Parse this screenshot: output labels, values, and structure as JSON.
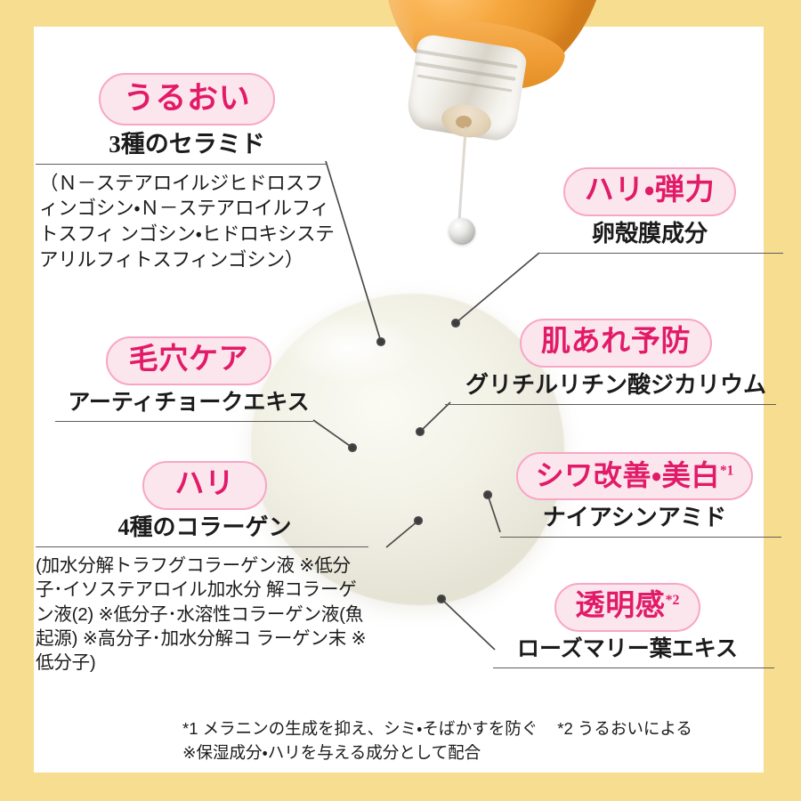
{
  "frame": {
    "border_color": "#f7dd8f",
    "background_color": "#ffffff"
  },
  "theme": {
    "badge_fill": "#fce6ee",
    "badge_border": "#f8a6c6",
    "badge_text": "#e21b68",
    "body_text": "#1b1b1b",
    "leader_line": "#4a4a4a",
    "gel_color": "#f4f3e8",
    "bottle_color": "#f0a33a"
  },
  "product": {
    "bottle_label": "orange-serum-bottle",
    "droplet_label": "serum-droplet",
    "gel_label": "gel-texture-blob"
  },
  "callouts": [
    {
      "id": "uruoi",
      "badge": "うるおい",
      "sup": "",
      "ingredient": "3種のセラミド",
      "detail": "（Ｎ－ステアロイルジヒドロスフィンゴシン・Ｎ－ステアロイルフィトスフィ ンゴシン・ヒドロキシステアリルフィトスフィンゴシン）"
    },
    {
      "id": "hari-danryoku",
      "badge": "ハリ・弾力",
      "sup": "",
      "ingredient": "卵殻膜成分",
      "detail": ""
    },
    {
      "id": "keana",
      "badge": "毛穴ケア",
      "sup": "",
      "ingredient": "アーティチョークエキス",
      "detail": ""
    },
    {
      "id": "hadaare",
      "badge": "肌あれ予防",
      "sup": "",
      "ingredient": "グリチルリチン酸ジカリウム",
      "detail": ""
    },
    {
      "id": "hari",
      "badge": "ハリ",
      "sup": "",
      "ingredient": "4種のコラーゲン",
      "detail": "(加水分解トラフグコラーゲン液 ※低分子･イソステアロイル加水分 解コラーゲン液(2) ※低分子･水溶性コラーゲン液(魚起源) ※高分子･加水分解コ ラーゲン末 ※低分子)"
    },
    {
      "id": "shiwa",
      "badge": "シワ改善・美白",
      "sup": "*1",
      "ingredient": "ナイアシンアミド",
      "detail": ""
    },
    {
      "id": "toumei",
      "badge": "透明感",
      "sup": "*2",
      "ingredient": "ローズマリー葉エキス",
      "detail": ""
    }
  ],
  "footnotes": {
    "note1": "*1 メラニンの生成を抑え、シミ・そばかすを防ぐ",
    "note2": "*2 うるおいによる",
    "note3": "※保湿成分・ハリを与える成分として配合"
  }
}
